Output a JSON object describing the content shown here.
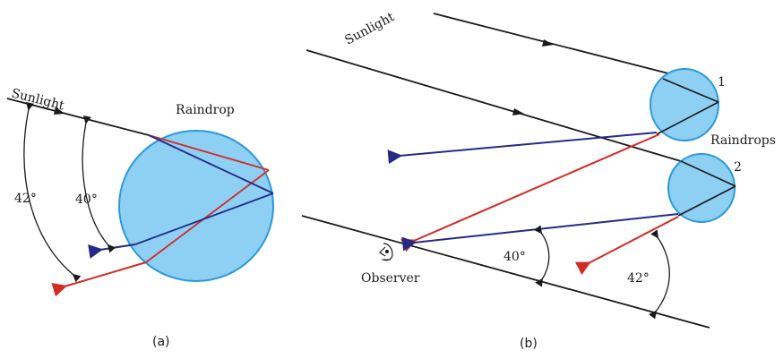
{
  "panel_a": {
    "sunlight_label": "Sunlight",
    "raindrop_label": "Raindrop",
    "angle_outer": "42°",
    "angle_inner": "40°",
    "caption": "(a)"
  },
  "panel_b": {
    "sunlight_label": "Sunlight",
    "drop1_number": "1",
    "drop2_number": "2",
    "raindrops_label": "Raindrops",
    "observer_label": "Observer",
    "angle_violet": "40°",
    "angle_red": "42°",
    "caption": "(b)"
  },
  "colors": {
    "drop_fill": "#8ecff4",
    "drop_stroke": "#2a9ad8",
    "red_ray": "#d42a24",
    "violet_ray": "#262a86",
    "sun_ray": "#1a1a1a"
  }
}
